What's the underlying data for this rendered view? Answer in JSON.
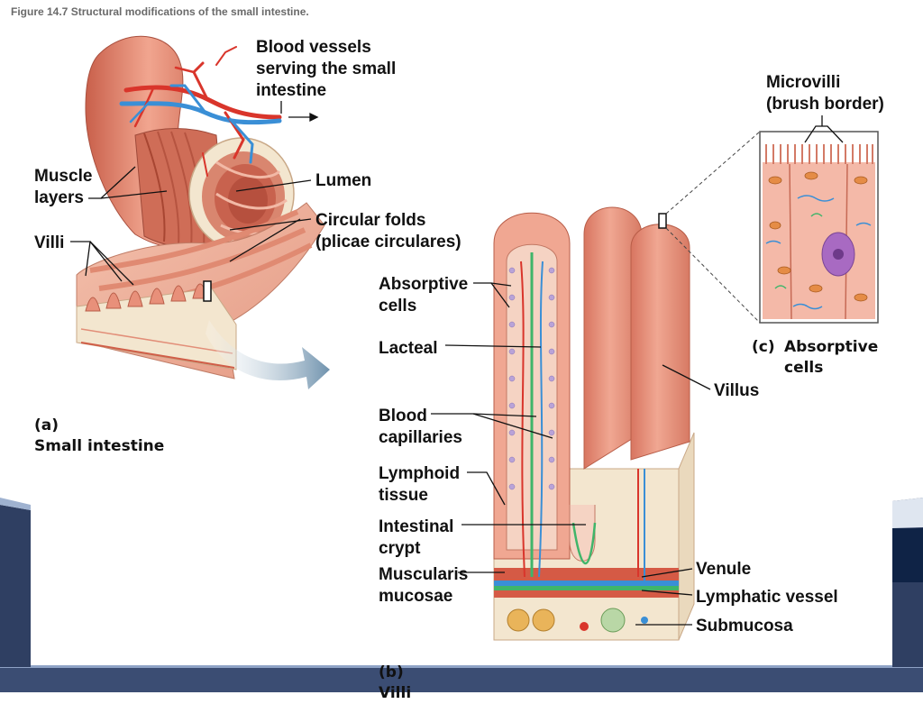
{
  "figure_title": "Figure 14.7 Structural modifications of the small intestine.",
  "labels": {
    "blood_vessels": "Blood vessels\nserving the small\nintestine",
    "muscle_layers": "Muscle\nlayers",
    "lumen": "Lumen",
    "circular_folds": "Circular folds\n(plicae circulares)",
    "villi": "Villi",
    "microvilli": "Microvilli\n(brush border)",
    "absorptive_cells_b": "Absorptive\ncells",
    "lacteal": "Lacteal",
    "blood_capillaries": "Blood\ncapillaries",
    "lymphoid_tissue": "Lymphoid\ntissue",
    "intestinal_crypt": "Intestinal\ncrypt",
    "muscularis_mucosae": "Muscularis\nmucosae",
    "villus": "Villus",
    "venule": "Venule",
    "lymphatic_vessel": "Lymphatic vessel",
    "submucosa": "Submucosa"
  },
  "captions": {
    "a_letter": "(a)",
    "a_text": "Small intestine",
    "b_letter": "(b)",
    "b_text": "Villi",
    "c_letter": "(c)",
    "c_text": "Absorptive\ncells"
  },
  "colors": {
    "tissue_pink": "#e8907a",
    "tissue_dark": "#c8624e",
    "mucosa_light": "#f4c9b8",
    "cream": "#f3e6cf",
    "blood_red": "#d9352b",
    "vein_blue": "#3a8fd6",
    "lymph_green": "#3fb56a",
    "arrow_blue": "#7f9fb8",
    "slide_navy": "#3b4d73"
  }
}
